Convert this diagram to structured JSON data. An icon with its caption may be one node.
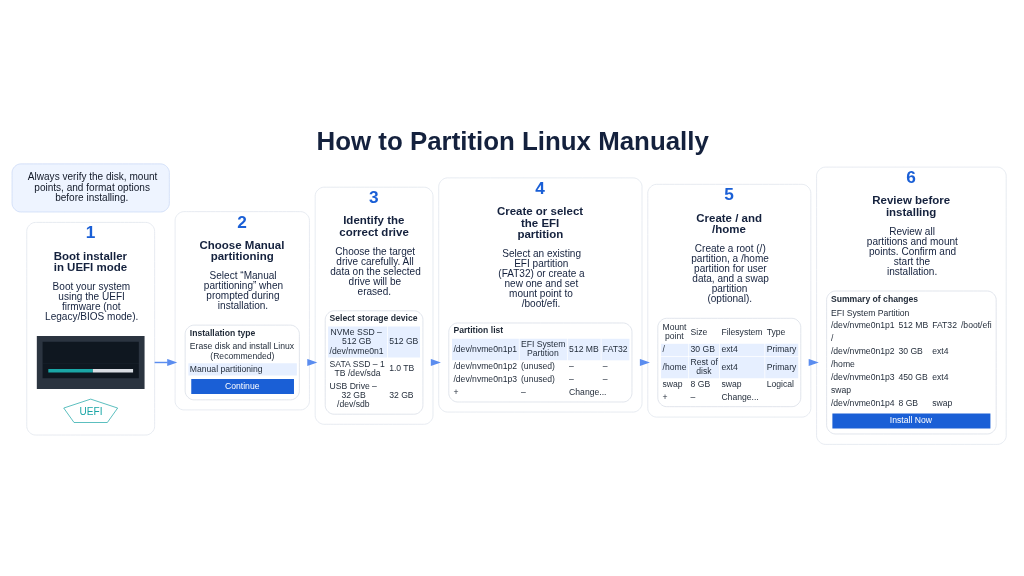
{
  "diagram": {
    "title": "How to Partition Linux Manually",
    "nodes": [
      {
        "text": [
          "1",
          "Boot installer in UEFI mode",
          "Boot your system using the UEFI firmware (not Legacy/BIOS mode)."
        ]
      },
      {
        "text": [],
        "shape": "picture",
        "in": 0
      },
      {
        "text": [
          "UEFI"
        ],
        "in": 0
      },
      {
        "text": [
          "2",
          "Choose Manual partitioning",
          "Select “Manual partitioning” when prompted during installation."
        ]
      },
      {
        "text": [
          "Installation type",
          "Erase disk and install Linux (Recommended)",
          "Manual partitioning",
          "Continue"
        ],
        "in": 3
      },
      {
        "text": [
          "3",
          "Identify the correct drive",
          "Choose the target drive carefully. All data on the selected drive will be erased."
        ]
      },
      {
        "text": [
          "Select storage device",
          "NVMe SSD – 512 GB /dev/nvme0n1",
          "512 GB",
          "SATA SSD – 1 TB /dev/sda",
          "1.0 TB",
          "USB Drive – 32 GB /dev/sdb",
          "32 GB"
        ],
        "in": 5
      },
      {
        "text": [
          "4",
          "Create or select the EFI partition",
          "Select an existing EFI partition (FAT32) or create a new one and set mount point to /boot/efi."
        ]
      },
      {
        "text": [
          "Partition list",
          "/dev/nvme0n1p1",
          "EFI System Partition",
          "512 MB",
          "FAT32",
          "/dev/nvme0n1p2",
          "(unused)",
          "–",
          "–",
          "/dev/nvme0n1p3",
          "(unused)",
          "–",
          "–",
          "+",
          "–",
          "Change..."
        ],
        "in": 7
      },
      {
        "text": [
          "5",
          "Create / and /home",
          "Create a root (/) partition, a /home partition for user data, and a swap partition (optional)."
        ]
      },
      {
        "text": [
          "Mount point",
          "Size",
          "Filesystem",
          "Type",
          "/",
          "30 GB",
          "ext4",
          "Primary",
          "/home",
          "Rest of disk",
          "ext4",
          "Primary",
          "swap",
          "8 GB",
          "swap",
          "Logical",
          "+",
          "–",
          "Change..."
        ],
        "in": 9
      },
      {
        "text": [
          "6",
          "Review before installing",
          "Review all partitions and mount points. Confirm and start the installation."
        ]
      },
      {
        "text": [
          "Summary of changes",
          "EFI System Partition",
          "/dev/nvme0n1p1",
          "512 MB",
          "FAT32",
          "/boot/efi",
          "/",
          "/dev/nvme0n1p2",
          "30 GB",
          "ext4",
          "/home",
          "/dev/nvme0n1p3",
          "450 GB",
          "ext4",
          "swap",
          "/dev/nvme0n1p4",
          "8 GB",
          "swap",
          "Install Now"
        ],
        "in": 11
      },
      {
        "text": [
          "Always verify the disk, mount points, and format options before installing."
        ]
      }
    ],
    "edges": [
      {
        "from": 0,
        "to": 3,
        "arrow": "to"
      },
      {
        "from": 3,
        "to": 5,
        "arrow": "to"
      },
      {
        "from": 5,
        "to": 7,
        "arrow": "to"
      },
      {
        "from": 7,
        "to": 9,
        "arrow": "to"
      },
      {
        "from": 9,
        "to": 11,
        "arrow": "to"
      }
    ]
  }
}
